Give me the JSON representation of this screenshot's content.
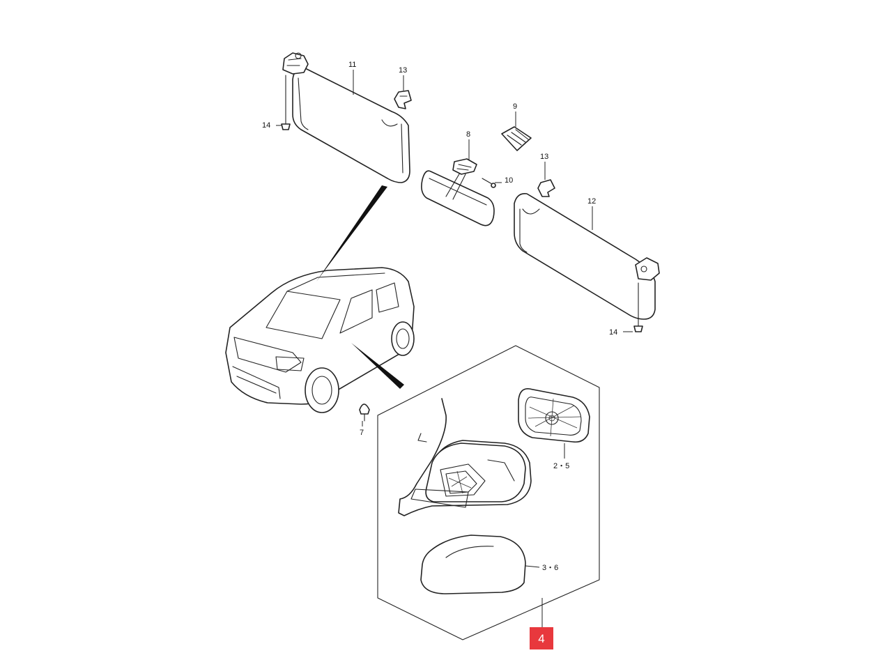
{
  "callouts": {
    "c11": "11",
    "c13a": "13",
    "c14a": "14",
    "c9": "9",
    "c8": "8",
    "c10": "10",
    "c13b": "13",
    "c12": "12",
    "c14b": "14",
    "c7": "7",
    "c25": "2・5",
    "c36": "3・6"
  },
  "highlight": {
    "label": "4",
    "color": "#e8383d"
  }
}
